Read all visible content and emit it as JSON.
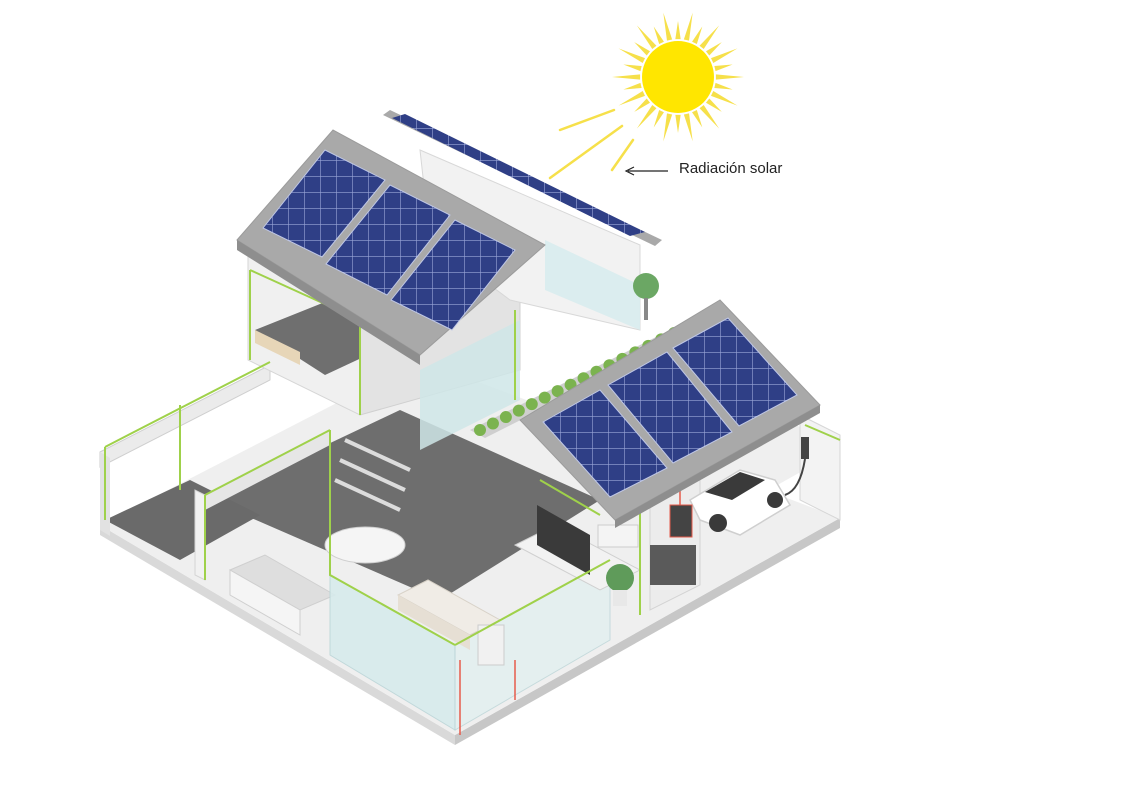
{
  "labels": {
    "solar_radiation": "Radiación solar"
  },
  "colors": {
    "sun": "#ffe600",
    "sun_rays": "#f6e04a",
    "panel": "#2f3f86",
    "roof": "#a9a9a9",
    "wiring": "#9fd14a",
    "floor": "#6e6e6e",
    "wall": "#e9e9e9",
    "glass": "#d7ebec"
  },
  "icons": [
    "sun-icon",
    "solar-ray",
    "arrow-left-icon",
    "house-illustration",
    "solar-panel",
    "electric-car",
    "ev-charger",
    "inverter",
    "battery"
  ]
}
